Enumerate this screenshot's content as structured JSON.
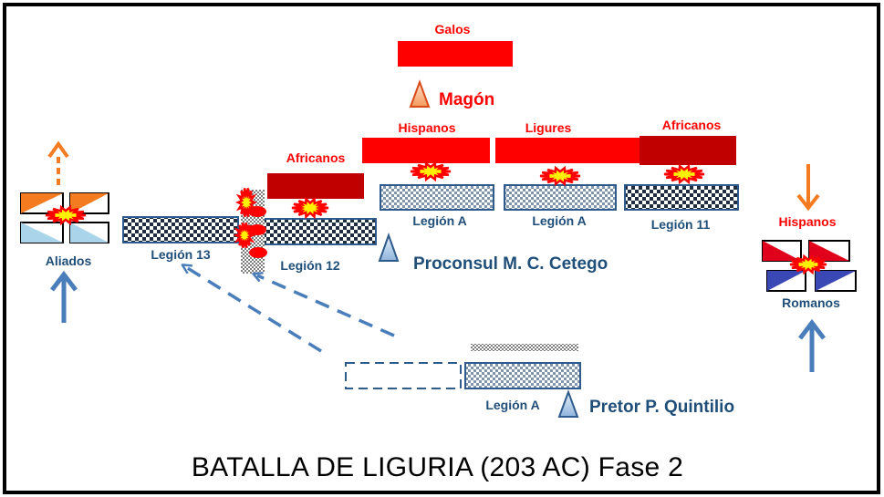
{
  "title": "BATALLA  DE LIGURIA   (203 AC) Fase 2",
  "colors": {
    "enemy": "#FF0000",
    "enemy_dark": "#C00000",
    "roman_blue": "#2E5A8C",
    "label_blue": "#1F4E79",
    "arrow_blue": "#4A7EBB",
    "orange": "#F47B20",
    "flash_yellow": "#FFF200"
  },
  "enemy": {
    "galos": "Galos",
    "magon": "Magón",
    "hispanos": "Hispanos",
    "ligures": "Ligures",
    "africanos_right": "Africanos",
    "africanos_left": "Africanos"
  },
  "roman": {
    "legion_a_1": "Legión A",
    "legion_a_2": "Legión A",
    "legion_11": "Legión 11",
    "legion_12": "Legión 12",
    "legion_13": "Legión 13",
    "legion_a_reserve": "Legión A",
    "proconsul": "Proconsul M. C. Cetego",
    "pretor": "Pretor  P. Quintilio"
  },
  "flanks": {
    "left": "Aliados",
    "right_top": "Hispanos",
    "right_bottom": "Romanos"
  },
  "icons": [
    "commander-triangle-icon",
    "clash-burst-icon",
    "arrow-up-icon",
    "arrow-down-icon",
    "dashed-arrow-icon"
  ]
}
